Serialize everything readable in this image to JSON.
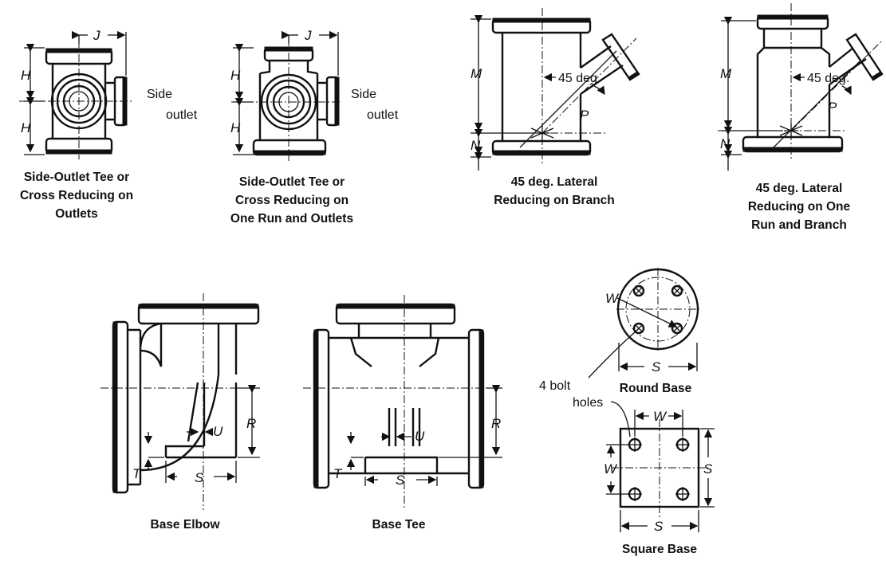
{
  "figures": {
    "side_outlet_tee_outlets": {
      "caption": [
        "Side-Outlet Tee or",
        "Cross Reducing on",
        "Outlets"
      ],
      "dims": {
        "j": "J",
        "h_top": "H",
        "h_bottom": "H"
      },
      "side_label": [
        "Side",
        "outlet"
      ]
    },
    "side_outlet_tee_run": {
      "caption": [
        "Side-Outlet Tee or",
        "Cross Reducing on",
        "One Run and Outlets"
      ],
      "dims": {
        "j": "J",
        "h_top": "H",
        "h_bottom": "H"
      },
      "side_label": [
        "Side",
        "outlet"
      ]
    },
    "lateral_branch": {
      "caption": [
        "45 deg. Lateral",
        "Reducing on Branch"
      ],
      "dims": {
        "m": "M",
        "n": "N",
        "p": "P",
        "angle": "45 deg."
      }
    },
    "lateral_run_branch": {
      "caption": [
        "45 deg. Lateral",
        "Reducing on One",
        "Run and Branch"
      ],
      "dims": {
        "m": "M",
        "n": "N",
        "p": "P",
        "angle": "45 deg."
      }
    },
    "base_elbow": {
      "caption": "Base Elbow",
      "dims": {
        "r": "R",
        "t": "T",
        "s": "S",
        "u": "U"
      }
    },
    "base_tee": {
      "caption": "Base Tee",
      "dims": {
        "r": "R",
        "t": "T",
        "s": "S",
        "u": "U"
      }
    },
    "round_base": {
      "caption": "Round Base",
      "dims": {
        "w": "W",
        "s": "S"
      }
    },
    "square_base": {
      "caption": "Square Base",
      "dims": {
        "w_top": "W",
        "w_left": "W",
        "s_right": "S",
        "s_bottom": "S"
      }
    },
    "bolt_holes_note": [
      "4 bolt",
      "holes"
    ]
  }
}
